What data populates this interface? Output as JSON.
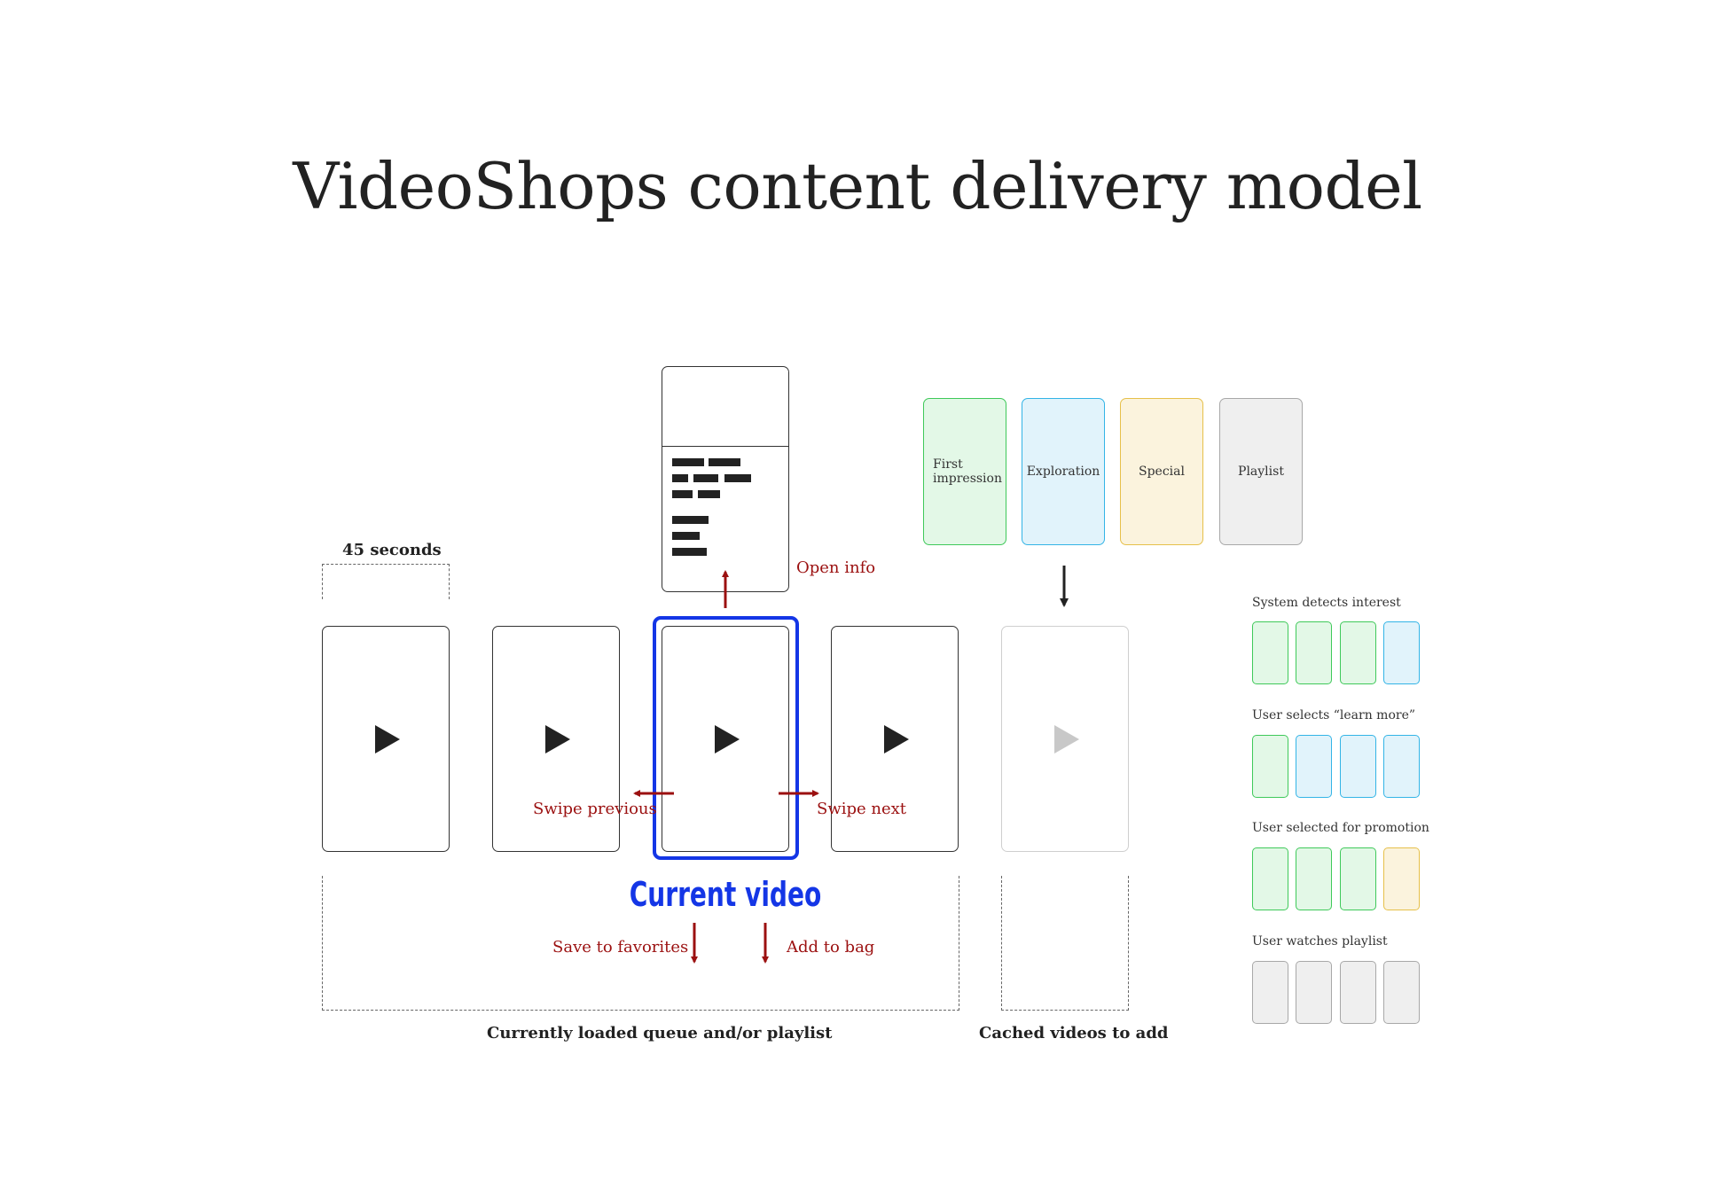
{
  "title": "VideoShops content delivery model",
  "labels": {
    "duration": "45 seconds",
    "open_info": "Open info",
    "swipe_previous": "Swipe previous",
    "swipe_next": "Swipe next",
    "current_video": "Current video",
    "save_to_favorites": "Save to favorites",
    "add_to_bag": "Add to bag",
    "queue": "Currently loaded queue and/or playlist",
    "cached": "Cached videos to add"
  },
  "categories": [
    {
      "label": "First impression",
      "color_border": "#3fc95a",
      "color_fill": "#e3f8e7"
    },
    {
      "label": "Exploration",
      "color_border": "#33b4e6",
      "color_fill": "#e1f3fb"
    },
    {
      "label": "Special",
      "color_border": "#e6c04a",
      "color_fill": "#fbf3dd"
    },
    {
      "label": "Playlist",
      "color_border": "#a8a8a8",
      "color_fill": "#efefef"
    }
  ],
  "scenarios": [
    {
      "label": "System detects interest",
      "tiles": [
        "green",
        "green",
        "green",
        "blue"
      ]
    },
    {
      "label": "User selects “learn more”",
      "tiles": [
        "green",
        "blue",
        "blue",
        "blue"
      ]
    },
    {
      "label": "User selected for promotion",
      "tiles": [
        "green",
        "green",
        "green",
        "yellow"
      ]
    },
    {
      "label": "User watches playlist",
      "tiles": [
        "gray",
        "gray",
        "gray",
        "gray"
      ]
    }
  ],
  "colors": {
    "accent_blue": "#1436e6",
    "action_red": "#9b1010",
    "green": "#3fc95a",
    "blue": "#33b4e6",
    "yellow": "#e6c04a",
    "gray": "#a8a8a8"
  }
}
